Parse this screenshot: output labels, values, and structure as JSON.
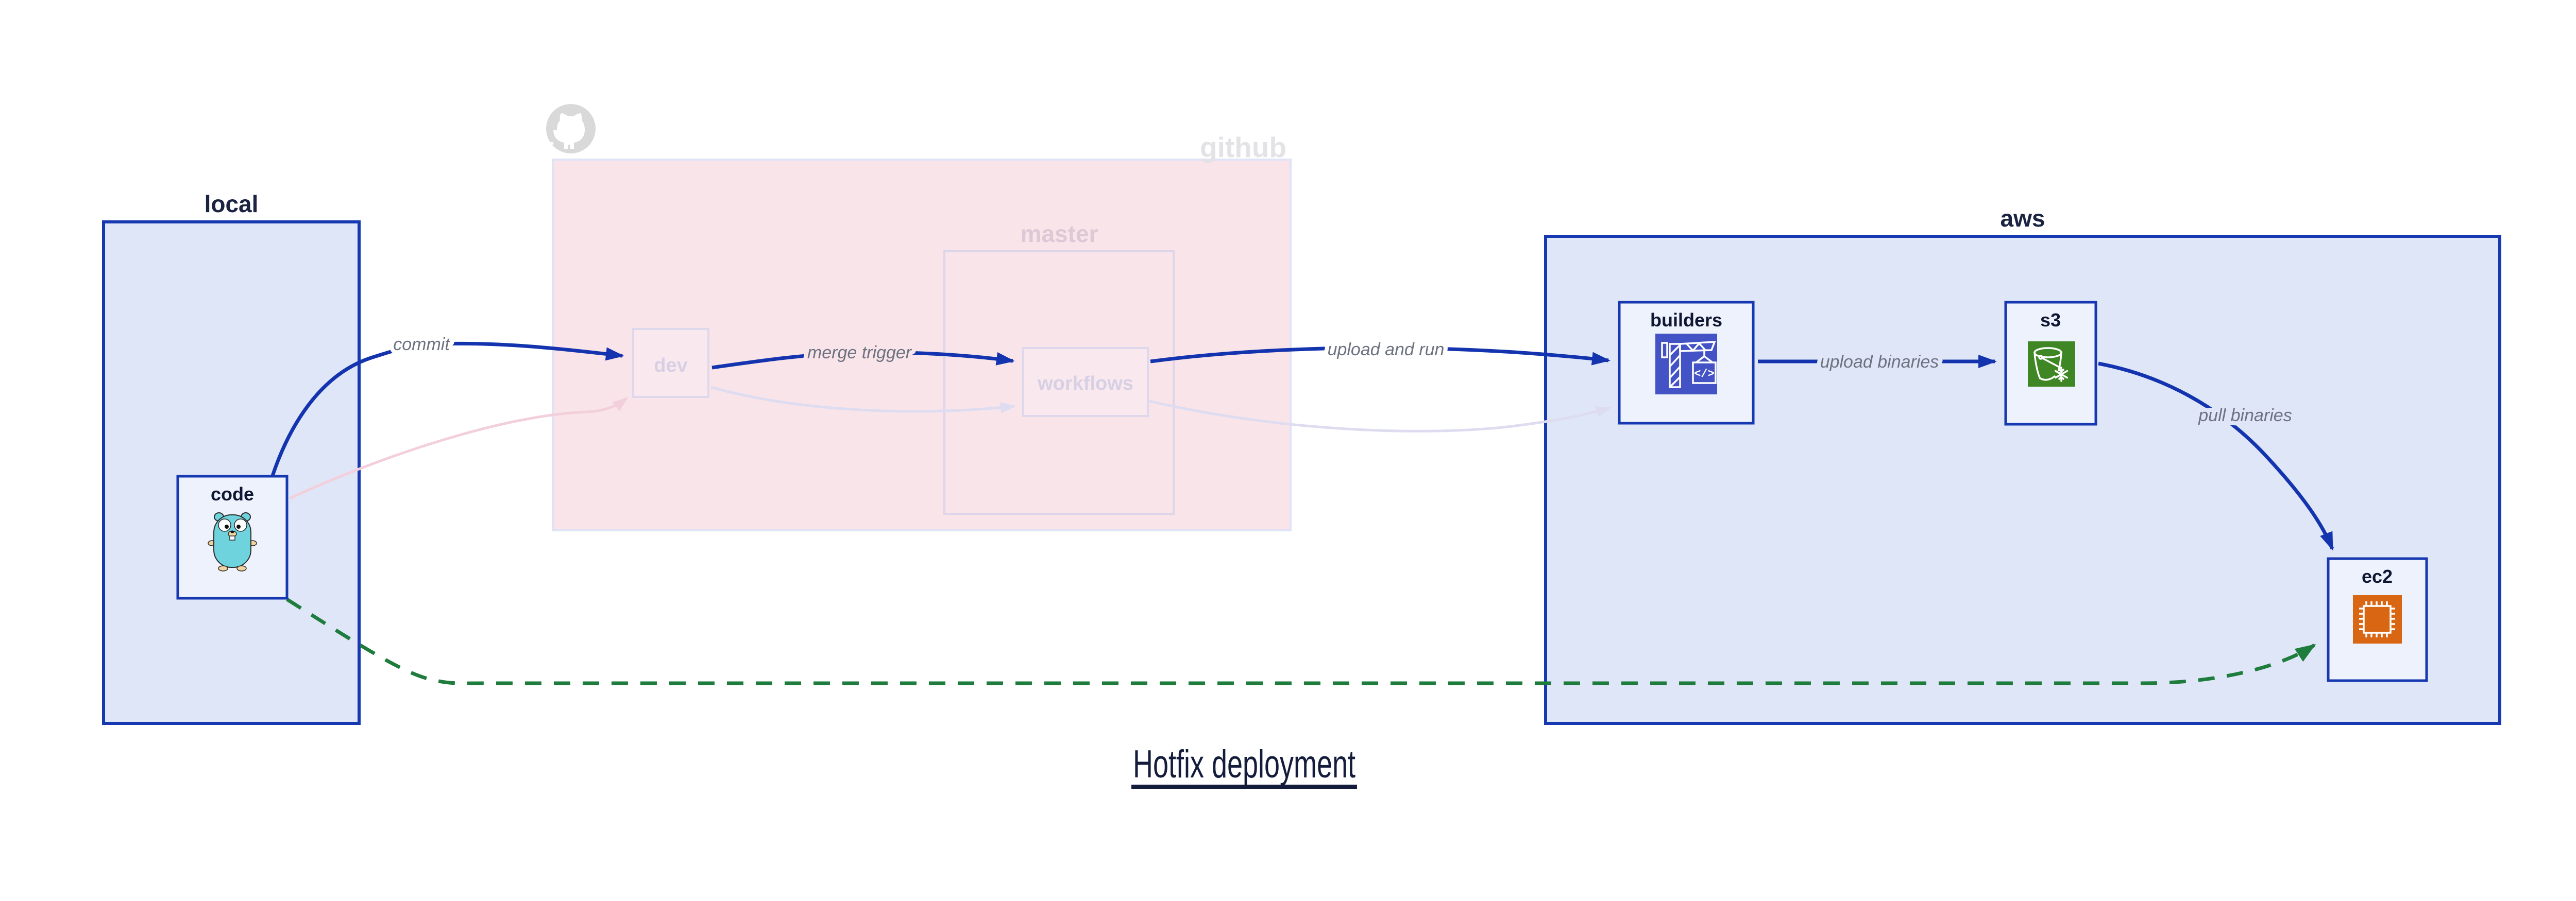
{
  "title": {
    "text": "Hotfix deployment"
  },
  "groups": {
    "local": {
      "label": "local"
    },
    "github": {
      "label": "github",
      "master": {
        "label": "master"
      }
    },
    "aws": {
      "label": "aws"
    }
  },
  "nodes": {
    "code": {
      "label": "code",
      "icon": "go-gopher-icon"
    },
    "dev": {
      "label": "dev"
    },
    "workflows": {
      "label": "workflows"
    },
    "builders": {
      "label": "builders",
      "icon": "aws-codebuild-icon",
      "icon_text": "</>"
    },
    "s3": {
      "label": "s3",
      "icon": "aws-s3-glacier-icon"
    },
    "ec2": {
      "label": "ec2",
      "icon": "aws-ec2-icon"
    }
  },
  "edges": {
    "commit": {
      "label": "commit",
      "from": "code",
      "to": "dev",
      "style": "solid",
      "color": "#1334ae"
    },
    "merge_trigger": {
      "label": "merge trigger",
      "from": "dev",
      "to": "workflows",
      "style": "solid",
      "color": "#1334ae"
    },
    "upload_and_run": {
      "label": "upload and run",
      "from": "workflows",
      "to": "builders",
      "style": "solid",
      "color": "#1334ae"
    },
    "upload_binaries": {
      "label": "upload binaries",
      "from": "builders",
      "to": "s3",
      "style": "solid",
      "color": "#1334ae"
    },
    "pull_binaries": {
      "label": "pull binaries",
      "from": "s3",
      "to": "ec2",
      "style": "solid",
      "color": "#1334ae"
    },
    "hotfix": {
      "from": "code",
      "to": "ec2",
      "style": "dashed",
      "color": "#1e7c3c"
    },
    "faded_code_to_dev": {
      "from": "code",
      "to": "dev",
      "style": "faded",
      "color": "#f3cfdb"
    },
    "faded_dev_to_workflows": {
      "from": "dev",
      "to": "workflows",
      "style": "faded",
      "color": "#dddcf1"
    },
    "faded_workflows_to_builders": {
      "from": "workflows",
      "to": "builders",
      "style": "faded",
      "color": "#dddcf1"
    }
  },
  "colors": {
    "arrow_blue": "#1334ae",
    "hotfix_green": "#1e7c3c",
    "group_fill_blue": "#dfe6f8",
    "group_border_blue": "#1638b0",
    "node_fill": "#eef2fc",
    "github_fill": "#f9e4e9",
    "github_border": "#e0e3f5",
    "faded_border": "#ded8ec",
    "codebuild_icon_bg": "#4353c5",
    "s3_glacier_icon_bg": "#3f8624",
    "ec2_icon_bg": "#d86613",
    "octocat_gray": "#d9d9d9",
    "edge_label_gray": "#6d7280"
  }
}
